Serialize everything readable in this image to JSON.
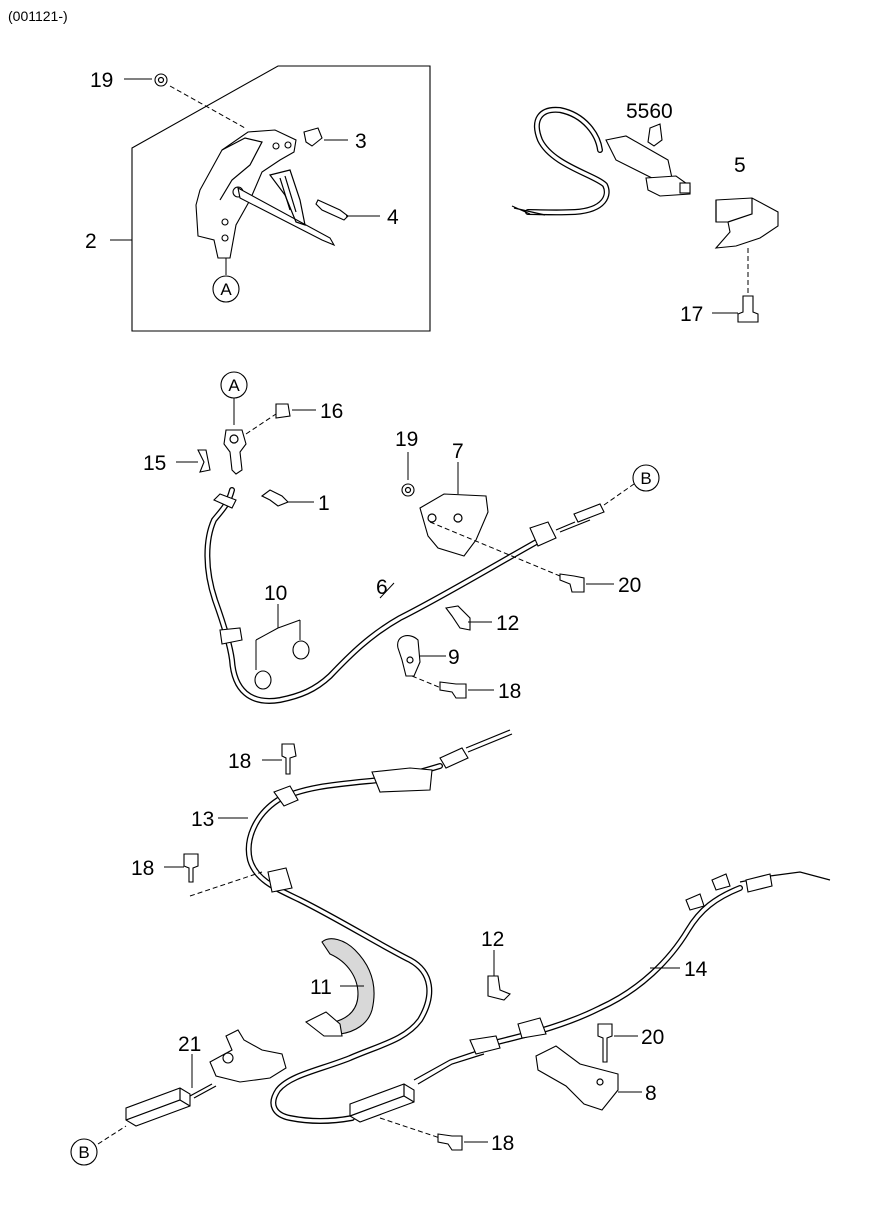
{
  "header": {
    "code": "(001121-)"
  },
  "callouts": {
    "n19a": "19",
    "n3": "3",
    "n4": "4",
    "n2": "2",
    "n5560": "5560",
    "n5": "5",
    "n17": "17",
    "n16": "16",
    "n15": "15",
    "n1": "1",
    "n19b": "19",
    "n7": "7",
    "n20a": "20",
    "n6": "6",
    "n10": "10",
    "n12a": "12",
    "n9": "9",
    "n18a": "18",
    "n18b": "18",
    "n13": "13",
    "n18c": "18",
    "n11": "11",
    "n12b": "12",
    "n14": "14",
    "n20b": "20",
    "n21": "21",
    "n8": "8",
    "n18d": "18"
  },
  "refs": {
    "a1": "A",
    "a2": "A",
    "b1": "B",
    "b2": "B"
  }
}
